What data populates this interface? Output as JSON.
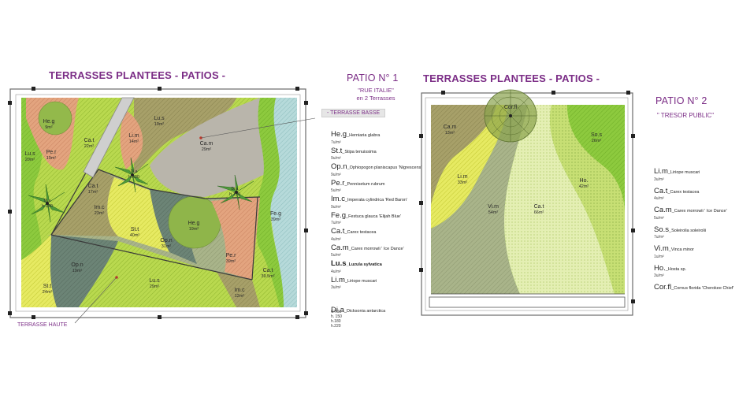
{
  "patio1": {
    "heading": "TERRASSES PLANTEES - PATIOS -",
    "title": "PATIO   N° 1",
    "subtitle_line1": "\"RUE ITALIE\"",
    "subtitle_line2": "en 2 Terrasses",
    "tag_low": "- TERRASSE BASSE",
    "tag_high": "TERRASSE HAUTE",
    "zones": [
      {
        "code": "He.g",
        "area": "9m²"
      },
      {
        "code": "Ca.t",
        "area": "22m²"
      },
      {
        "code": "Lu.s",
        "area": "19m²"
      },
      {
        "code": "Li.m",
        "area": "14m²"
      },
      {
        "code": "Ca.m",
        "area": "29m²"
      },
      {
        "code": "Lu.s",
        "area": "20m²"
      },
      {
        "code": "Pe.r",
        "area": "19m²"
      },
      {
        "code": "Ca.t",
        "area": "17m²"
      },
      {
        "code": "Di.a",
        "area": "h.200"
      },
      {
        "code": "Di.a",
        "area": "h.180"
      },
      {
        "code": "Di.a",
        "area": "h.150"
      },
      {
        "code": "Im.c",
        "area": "23m²"
      },
      {
        "code": "St.t",
        "area": "40m²"
      },
      {
        "code": "Op.n",
        "area": "31m²"
      },
      {
        "code": "He.g",
        "area": "19m²"
      },
      {
        "code": "Pe.r",
        "area": "39m²"
      },
      {
        "code": "Fe.g",
        "area": "39m²"
      },
      {
        "code": "Op.n",
        "area": "19m²"
      },
      {
        "code": "St.t",
        "area": "24m²"
      },
      {
        "code": "Lu.s",
        "area": "29m²"
      },
      {
        "code": "Im.c",
        "area": "12m²"
      },
      {
        "code": "Ca.t",
        "area": "39.5m²"
      }
    ],
    "legend": [
      {
        "code": "He.g",
        "name": "_Herniaria glabra",
        "dens": "7u/m²"
      },
      {
        "code": "St.t",
        "name": "_Stipa tenuissima",
        "dens": "9u/m²"
      },
      {
        "code": "Op.n",
        "name": "_Ophiopogon planiscapus 'Nigrescens'",
        "dens": "9u/m²"
      },
      {
        "code": "Pe.r",
        "name": "_Pennisetum rubrum",
        "dens": "5u/m²"
      },
      {
        "code": "Im.c",
        "name": "_Imperata cylindrica 'Red Baron'",
        "dens": "9u/m²"
      },
      {
        "code": "Fe.g",
        "name": "_Festuca glauca 'Elijah Blue'",
        "dens": "7u/m²"
      },
      {
        "code": "Ca.t",
        "name": "_Carex testacea",
        "dens": "4u/m²"
      },
      {
        "code": "Ca.m",
        "name": "_Carex morrowii ' Ice Dance'",
        "dens": "5u/m²"
      },
      {
        "code": "Lu.s",
        "name": "_Luzula sylvatica",
        "dens": "4u/m²"
      },
      {
        "code": "Li.m",
        "name": "_Liriope muscari",
        "dens": "3u/m²"
      }
    ],
    "dia": {
      "code": "Di.a",
      "name": "_Dicksonia  antarctica",
      "l1": "CTOL",
      "l2": "h. 150",
      "l3": "h.180",
      "l4": "h.220"
    }
  },
  "patio2": {
    "heading": "TERRASSES PLANTEES - PATIOS -",
    "title": "PATIO   N° 2",
    "subtitle": "\" TRESOR PUBLIC\"",
    "zones": [
      {
        "code": "Cor.fl",
        "area": ""
      },
      {
        "code": "Ca.m",
        "area": "13m²"
      },
      {
        "code": "So.s",
        "area": "26m²"
      },
      {
        "code": "Li.m",
        "area": "33m²"
      },
      {
        "code": "Ho.",
        "area": "42m²"
      },
      {
        "code": "Vi.m",
        "area": "54m²"
      },
      {
        "code": "Ca.t",
        "area": "66m²"
      }
    ],
    "legend": [
      {
        "code": "Li.m",
        "name": "_Liriope muscari",
        "dens": "3u/m²"
      },
      {
        "code": "Ca.t",
        "name": "_Carex testacea",
        "dens": "4u/m²"
      },
      {
        "code": "Ca.m",
        "name": "_Carex morrowii ' Ice Dance'",
        "dens": "5u/m²"
      },
      {
        "code": "So.s",
        "name": "_Soleirolia soleirolii",
        "dens": "7u/m²"
      },
      {
        "code": "Vi.m",
        "name": "_Vinca minor",
        "dens": "1u/m²"
      },
      {
        "code": "Ho.",
        "name": "_Hosta sp.",
        "dens": "3u/m²"
      },
      {
        "code": "Cor.fl",
        "name": "_Cornus florida 'Cherokee Chief'",
        "dens": ""
      }
    ]
  }
}
